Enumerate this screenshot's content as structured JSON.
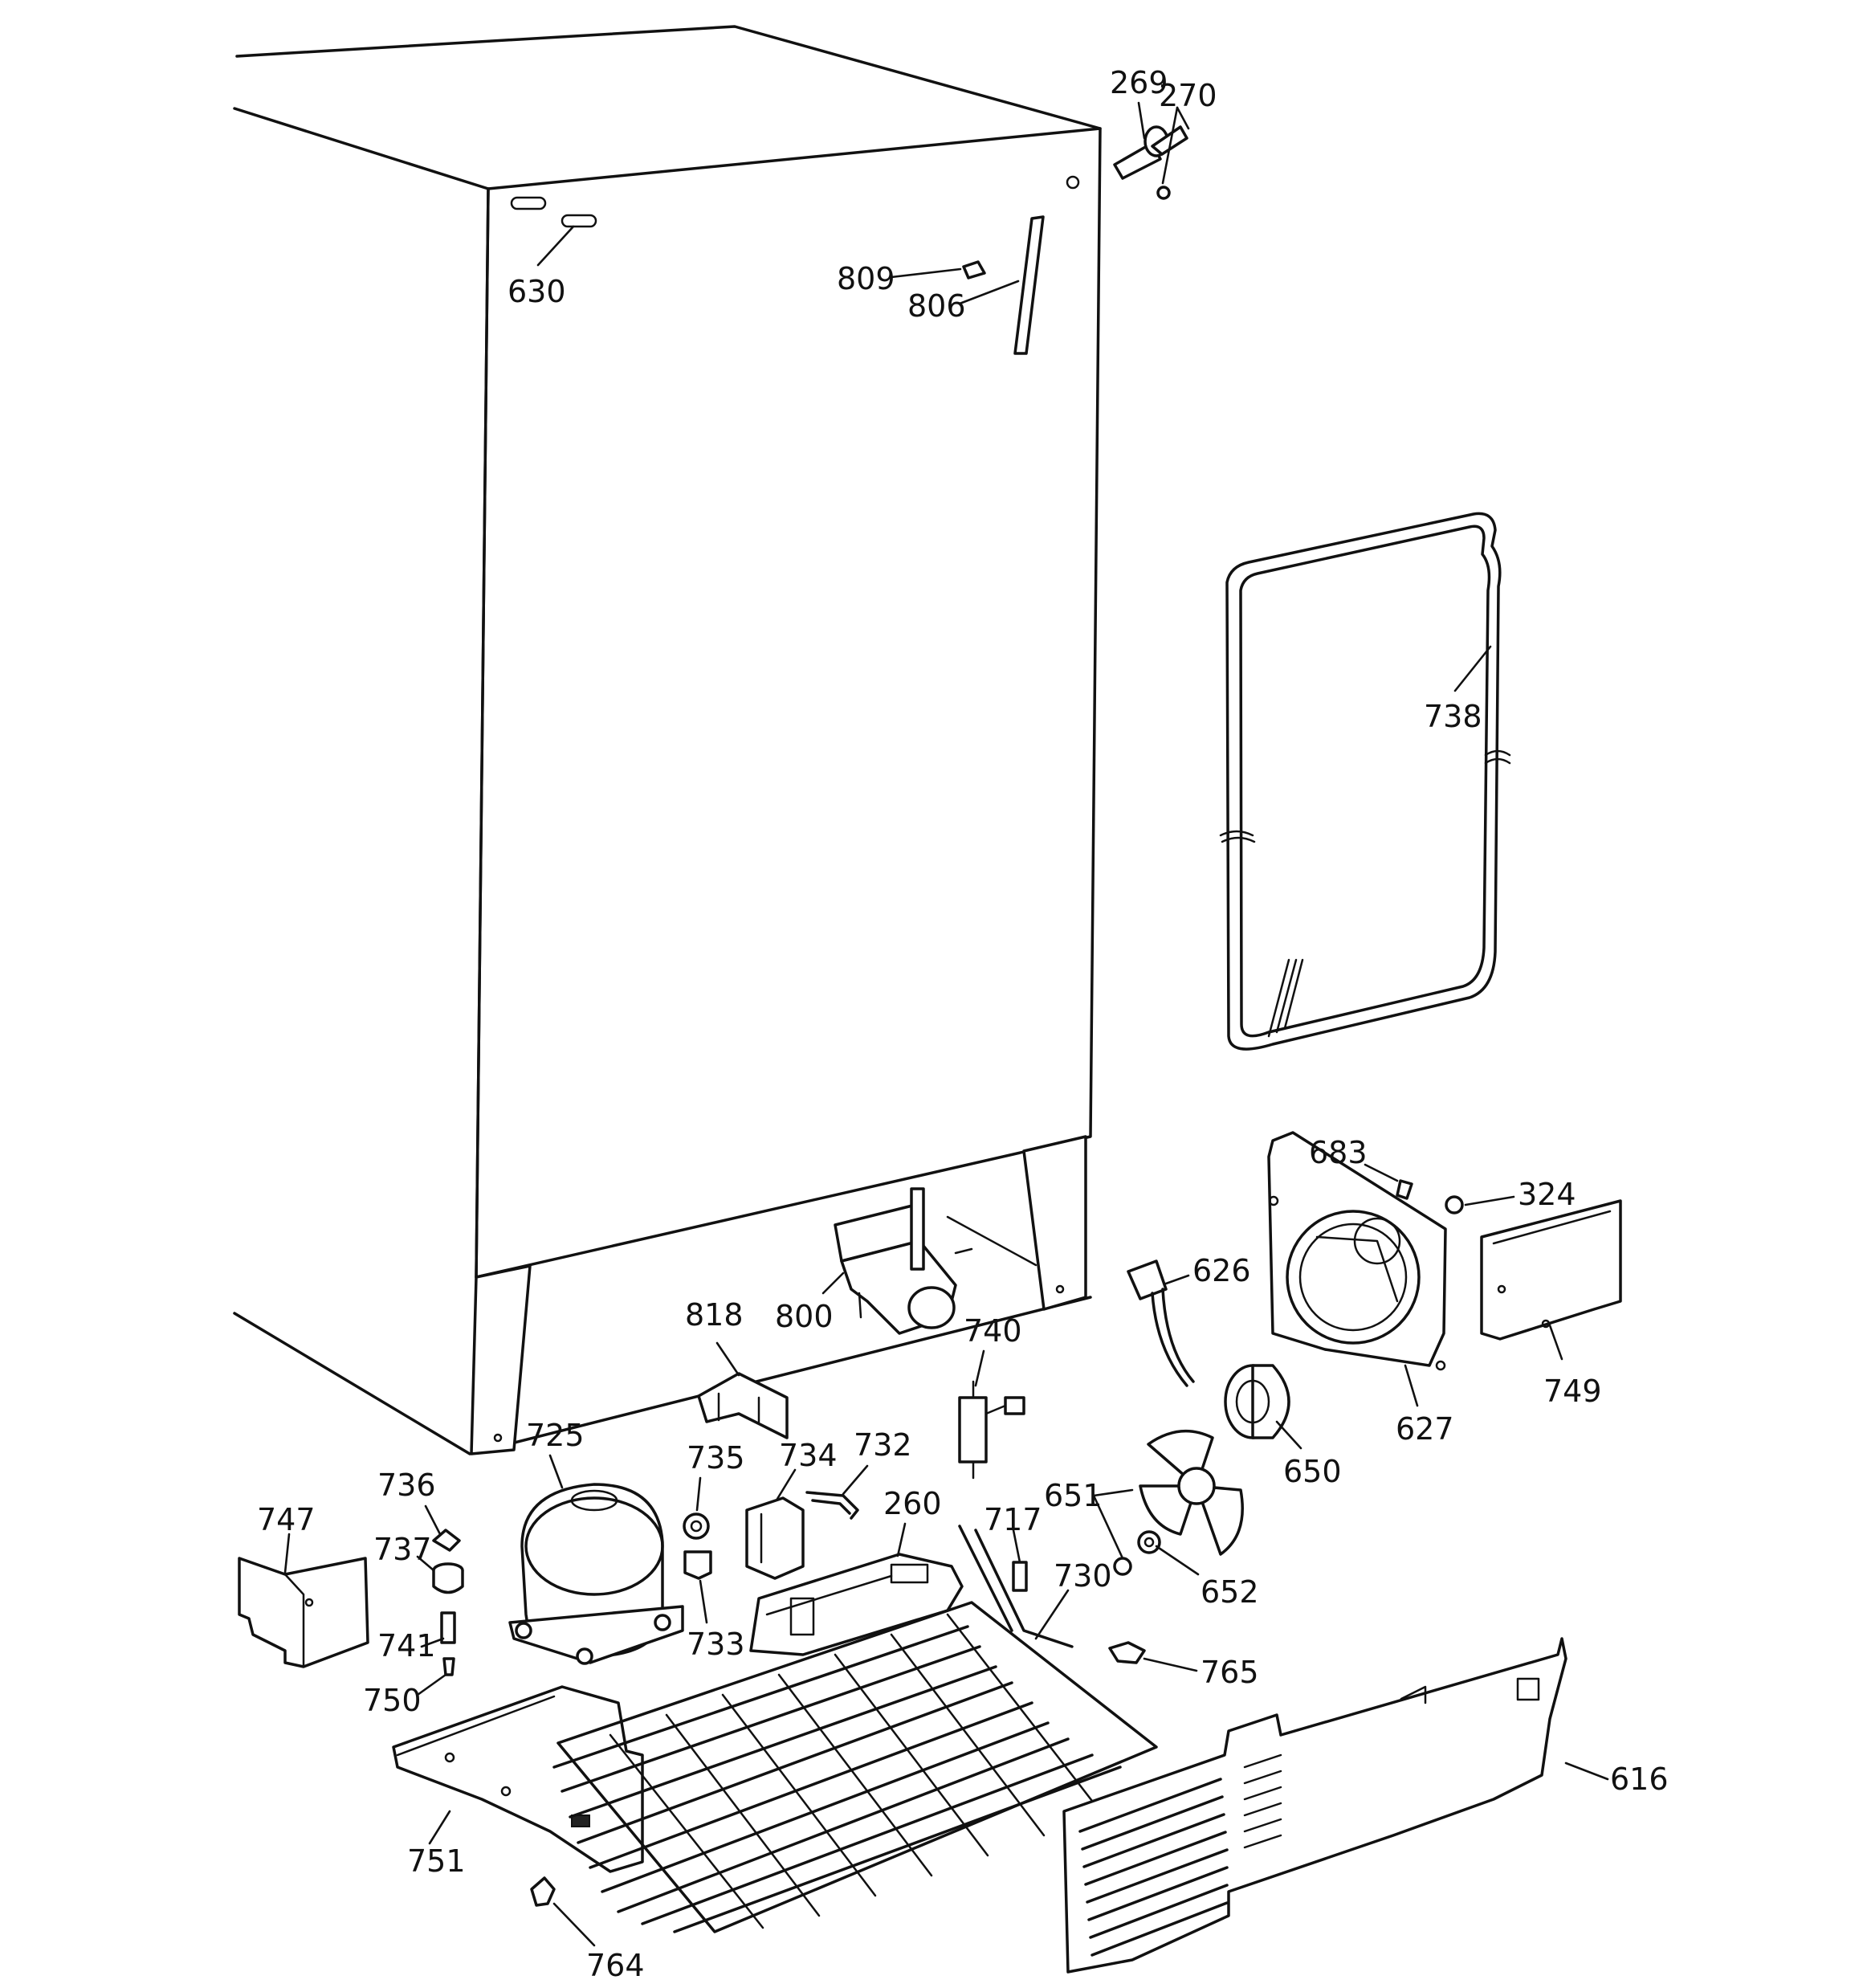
{
  "parts": [
    {
      "id": "p269",
      "label": "269"
    },
    {
      "id": "p270",
      "label": "270"
    },
    {
      "id": "p630",
      "label": "630"
    },
    {
      "id": "p809",
      "label": "809"
    },
    {
      "id": "p806",
      "label": "806"
    },
    {
      "id": "p738",
      "label": "738"
    },
    {
      "id": "p683",
      "label": "683"
    },
    {
      "id": "p324",
      "label": "324"
    },
    {
      "id": "p626",
      "label": "626"
    },
    {
      "id": "p800",
      "label": "800"
    },
    {
      "id": "p818",
      "label": "818"
    },
    {
      "id": "p740",
      "label": "740"
    },
    {
      "id": "p749",
      "label": "749"
    },
    {
      "id": "p627",
      "label": "627"
    },
    {
      "id": "p650",
      "label": "650"
    },
    {
      "id": "p725",
      "label": "725"
    },
    {
      "id": "p735",
      "label": "735"
    },
    {
      "id": "p734",
      "label": "734"
    },
    {
      "id": "p732",
      "label": "732"
    },
    {
      "id": "p736",
      "label": "736"
    },
    {
      "id": "p747",
      "label": "747"
    },
    {
      "id": "p737",
      "label": "737"
    },
    {
      "id": "p260",
      "label": "260"
    },
    {
      "id": "p717",
      "label": "717"
    },
    {
      "id": "p651",
      "label": "651"
    },
    {
      "id": "p652",
      "label": "652"
    },
    {
      "id": "p730",
      "label": "730"
    },
    {
      "id": "p733",
      "label": "733"
    },
    {
      "id": "p741",
      "label": "741"
    },
    {
      "id": "p750",
      "label": "750"
    },
    {
      "id": "p765",
      "label": "765"
    },
    {
      "id": "p616",
      "label": "616"
    },
    {
      "id": "p751",
      "label": "751"
    },
    {
      "id": "p764",
      "label": "764"
    }
  ]
}
